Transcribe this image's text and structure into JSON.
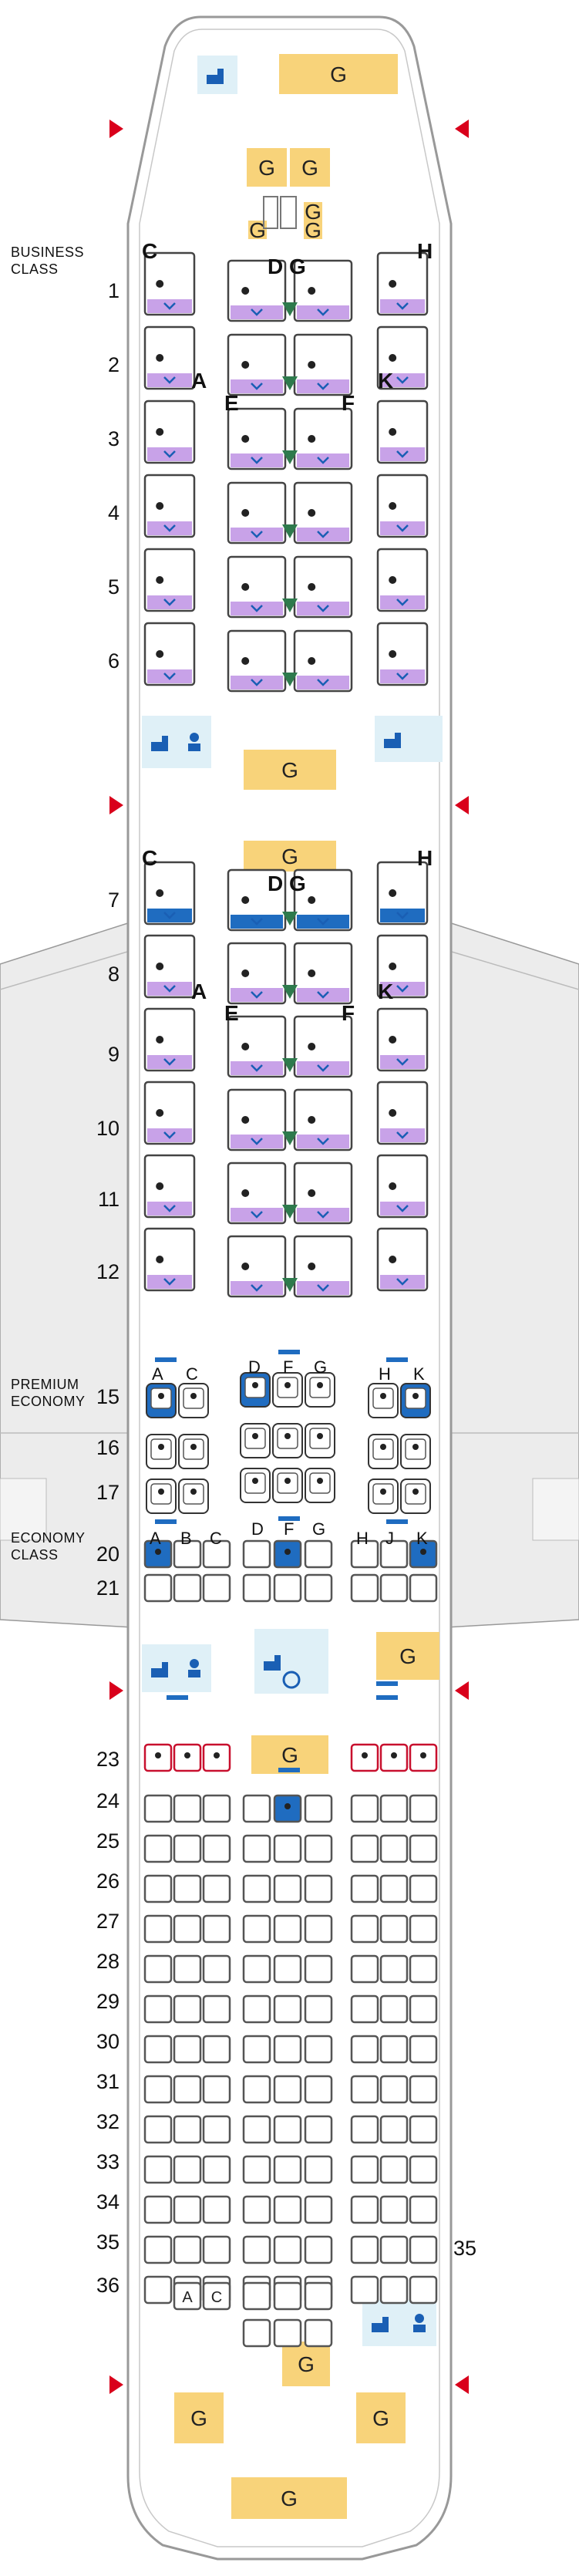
{
  "class_labels": {
    "business": [
      "BUSINESS",
      "CLASS"
    ],
    "premium": [
      "PREMIUM",
      "ECONOMY"
    ],
    "economy": [
      "ECONOMY",
      "CLASS"
    ]
  },
  "galley_label": "G",
  "business_rows": [
    "1",
    "2",
    "3",
    "4",
    "5",
    "6",
    "7",
    "8",
    "9",
    "10",
    "11",
    "12"
  ],
  "premium_rows": [
    "15",
    "16",
    "17"
  ],
  "economy_rows": [
    "20",
    "21",
    "23",
    "24",
    "25",
    "26",
    "27",
    "28",
    "29",
    "30",
    "31",
    "32",
    "33",
    "34",
    "35",
    "36"
  ],
  "right_row_label": "35",
  "business_columns": {
    "c": "C",
    "h": "H",
    "dg": "D G",
    "a": "A",
    "k": "K",
    "e": "E",
    "f": "F"
  },
  "premium_columns": [
    "A",
    "C",
    "D",
    "F",
    "G",
    "H",
    "K"
  ],
  "economy_columns": [
    "A",
    "B",
    "C",
    "D",
    "F",
    "G",
    "H",
    "J",
    "K"
  ],
  "rear_seat_letters": [
    "A",
    "C"
  ],
  "colors": {
    "galley": "#f8d37a",
    "lavatory": "#dff0f7",
    "business_seat_accent": "#c8a2e8",
    "bulkhead_seat_accent": "#1f6cc0",
    "exit_arrow": "#d9001b",
    "exit_row": "#c8102e",
    "divider_triangle": "#2e7a4d",
    "fuselage_outline": "#999999"
  },
  "icons": [
    "lavatory-icon",
    "baby-changing-icon",
    "wheelchair-lavatory-icon",
    "exit-arrow-icon",
    "galley-icon",
    "wing-icon"
  ]
}
